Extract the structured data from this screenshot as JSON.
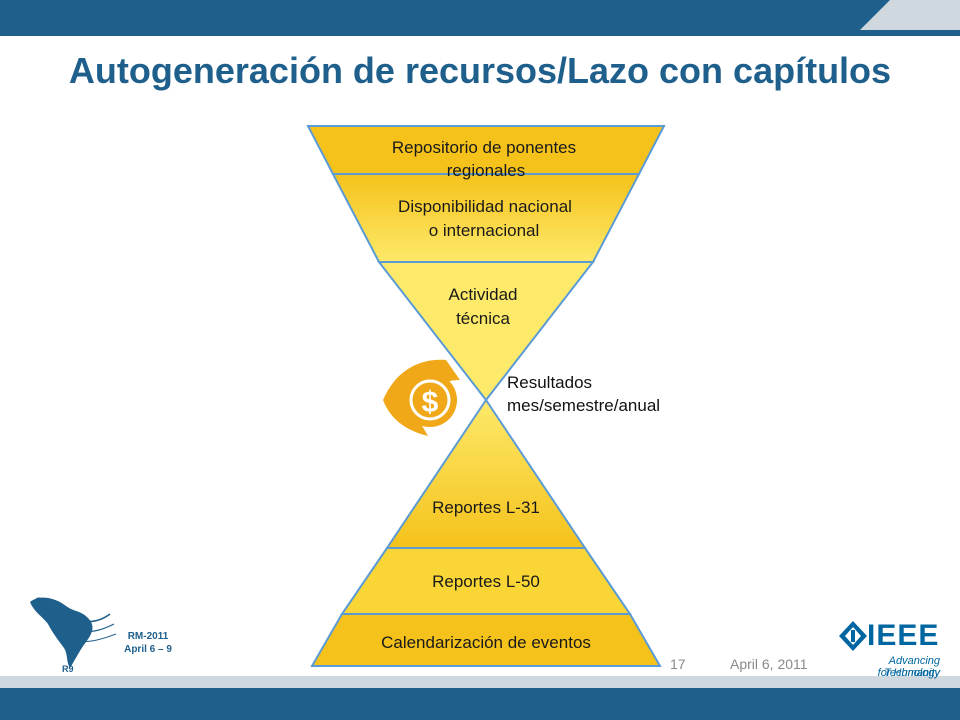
{
  "slide": {
    "title": "Autogeneración de recursos/Lazo con capítulos",
    "page_number": "17",
    "date": "April 6, 2011"
  },
  "diagram": {
    "top_funnel": [
      {
        "lines": [
          "Repositorio de ponentes",
          "regionales"
        ]
      },
      {
        "lines": [
          "Disponibilidad nacional",
          "o internacional"
        ]
      },
      {
        "lines": [
          "Actividad",
          "técnica"
        ]
      }
    ],
    "bottom_funnel": [
      {
        "lines": [
          "Reportes L-31"
        ]
      },
      {
        "lines": [
          "Reportes L-50"
        ]
      },
      {
        "lines": [
          "Calendarización de eventos"
        ]
      }
    ],
    "center_label": [
      "Resultados",
      "mes/semestre/anual"
    ],
    "icon": "dollar-coin-icon",
    "colors": {
      "fill_light": "#fde96a",
      "fill_dark": "#f5c21b",
      "outline": "#5b9bd5",
      "coin": "#f0a818"
    }
  },
  "branding": {
    "event_title": "RM-2011",
    "event_dates": "April 6 – 9",
    "region_label": "R9",
    "ieee_wordmark": "IEEE",
    "ieee_tagline_1": "Advancing Technology",
    "ieee_tagline_2": "for Humanity",
    "ieee_icon": "ieee-diamond-icon",
    "map_icon": "latin-america-map-icon"
  }
}
